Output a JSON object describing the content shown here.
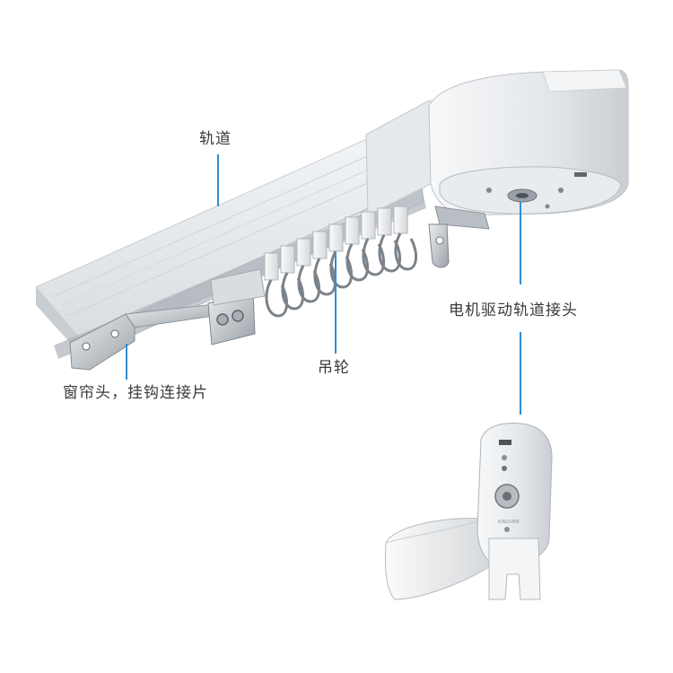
{
  "labels": {
    "track": "轨道",
    "motor_joint": "电机驱动轨道接头",
    "curtain_head": "窗帘头，挂钩连接片",
    "pulley": "吊轮"
  },
  "colors": {
    "pointer_line": "#2f8fd6",
    "label_text": "#3a3a3a"
  }
}
